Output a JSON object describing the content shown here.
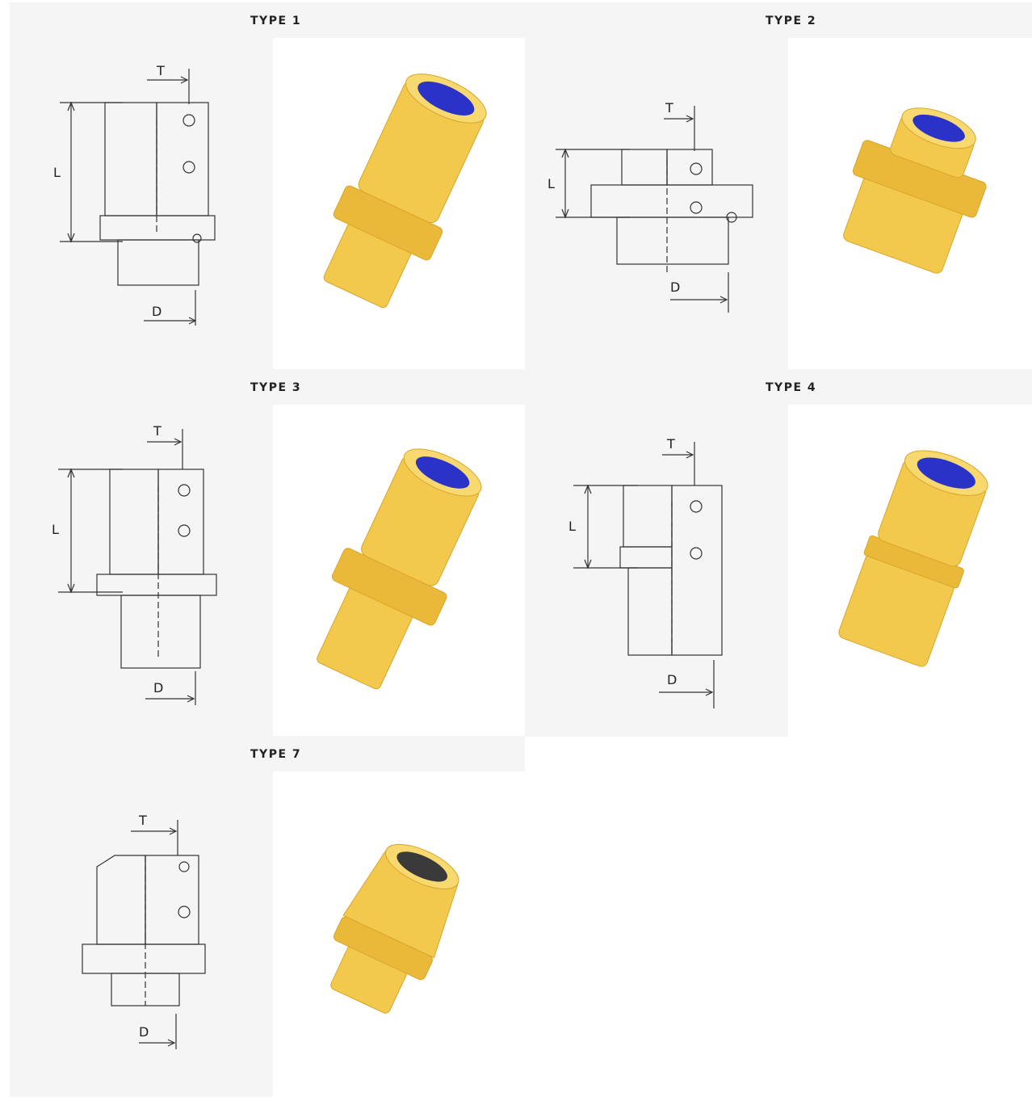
{
  "fittings": [
    {
      "id": "type-1",
      "label": "TYPE 1",
      "dimensions": [
        "T",
        "L",
        "D"
      ]
    },
    {
      "id": "type-2",
      "label": "TYPE 2",
      "dimensions": [
        "T",
        "L",
        "D"
      ]
    },
    {
      "id": "type-3",
      "label": "TYPE 3",
      "dimensions": [
        "T",
        "L",
        "D"
      ]
    },
    {
      "id": "type-4",
      "label": "TYPE 4",
      "dimensions": [
        "T",
        "L",
        "D"
      ]
    },
    {
      "id": "type-7",
      "label": "TYPE 7",
      "dimensions": [
        "T",
        "D"
      ]
    }
  ],
  "colors": {
    "panel_bg": "#f5f5f5",
    "brass": "#f2c94c",
    "brass_dark": "#d9a52a",
    "seal_blue": "#2a32c8"
  }
}
